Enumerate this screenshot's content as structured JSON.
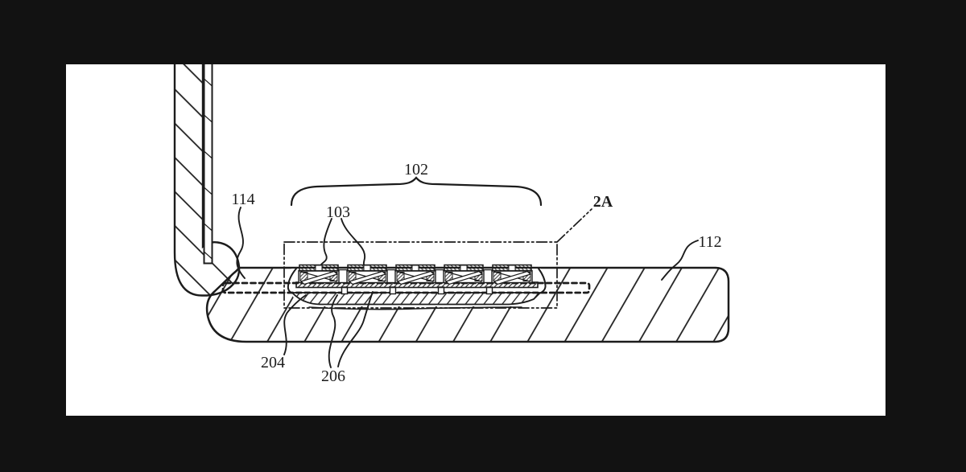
{
  "frame": {
    "background": "#121212"
  },
  "canvas": {
    "background": "#ffffff"
  },
  "drawing": {
    "line_color": "#1c1c1c",
    "type_note": "patent cross-section figure of laptop hinge, base and key assembly",
    "labels": {
      "ref_102": "102",
      "ref_103": "103",
      "ref_114": "114",
      "ref_112": "112",
      "ref_204": "204",
      "ref_206": "206",
      "ref_2A": "2A"
    }
  }
}
